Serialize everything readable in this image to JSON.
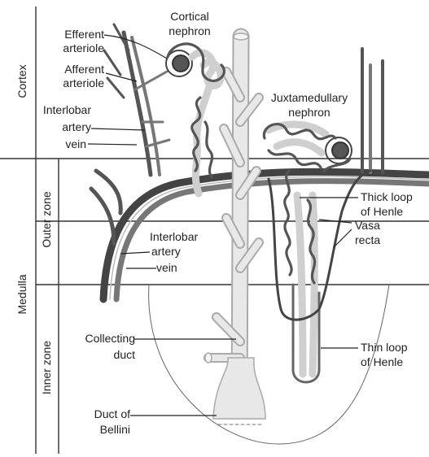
{
  "figure": {
    "labels": {
      "cortex": "Cortex",
      "medulla": "Medulla",
      "outer_zone": "Outer zone",
      "inner_zone": "Inner zone",
      "efferent_1": "Efferent",
      "efferent_2": "arteriole",
      "afferent_1": "Afferent",
      "afferent_2": "arteriole",
      "interlobar_top_1": "Interlobar",
      "interlobar_top_2": "artery",
      "interlobar_top_3": "vein",
      "cortical_1": "Cortical",
      "cortical_2": "nephron",
      "juxta_1": "Juxtamedullary",
      "juxta_2": "nephron",
      "thick_1": "Thick loop",
      "thick_2": "of Henle",
      "vasa_1": "Vasa",
      "vasa_2": "recta",
      "interlobar_mid_1": "Interlobar",
      "interlobar_mid_2": "artery",
      "interlobar_mid_3": "vein",
      "collecting_1": "Collecting",
      "collecting_2": "duct",
      "thin_1": "Thin loop",
      "thin_2": "of Henle",
      "bellini_1": "Duct of",
      "bellini_2": "Bellini"
    }
  }
}
